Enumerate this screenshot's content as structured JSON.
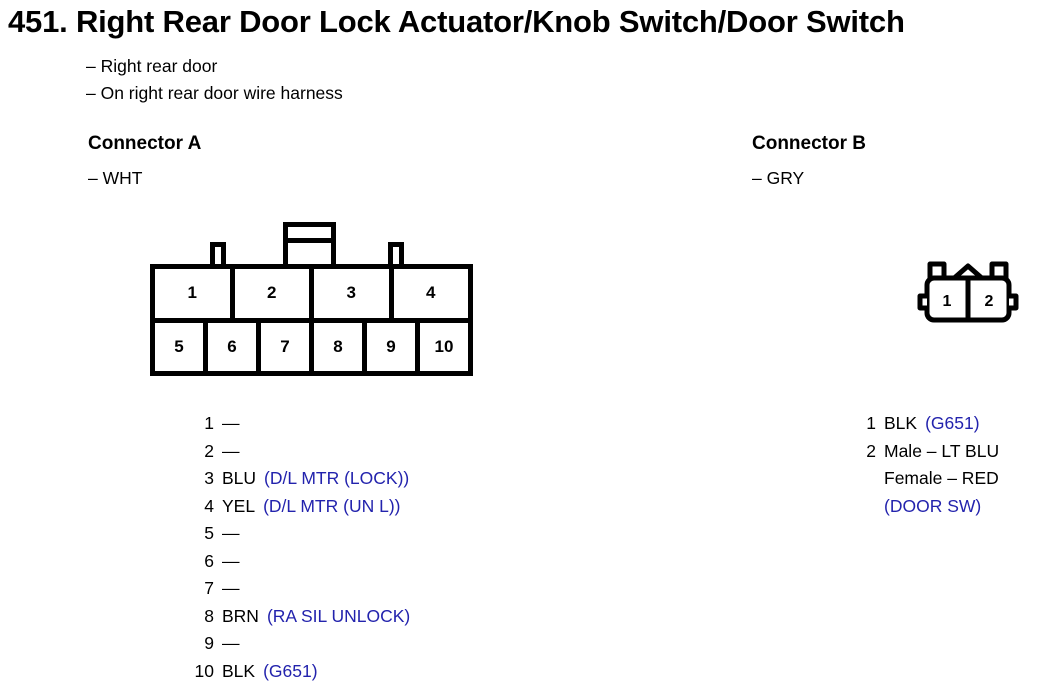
{
  "page": {
    "number": "451.",
    "title": "Right Rear Door Lock Actuator/Knob Switch/Door Switch",
    "title_full": "451. Right Rear Door Lock Actuator/Knob Switch/Door Switch",
    "notes": [
      "– Right rear door",
      "– On right rear door wire harness"
    ],
    "accent_color": "#2323ad",
    "ink_color": "#000000",
    "background_color": "#ffffff"
  },
  "connector_a": {
    "heading": "Connector A",
    "color_note": "– WHT",
    "diagram": {
      "type": "10-pin-rectangular",
      "top_row_pins": [
        "1",
        "2",
        "3",
        "4"
      ],
      "bottom_row_pins": [
        "5",
        "6",
        "7",
        "8",
        "9",
        "10"
      ],
      "top_features": [
        "tab-small-left",
        "latch-center",
        "tab-small-right"
      ]
    },
    "pins": [
      {
        "num": "1",
        "wire": "",
        "dash": "—",
        "circuit": ""
      },
      {
        "num": "2",
        "wire": "",
        "dash": "—",
        "circuit": ""
      },
      {
        "num": "3",
        "wire": "BLU",
        "dash": "",
        "circuit": "(D/L MTR (LOCK))"
      },
      {
        "num": "4",
        "wire": "YEL",
        "dash": "",
        "circuit": "(D/L MTR (UN L))"
      },
      {
        "num": "5",
        "wire": "",
        "dash": "—",
        "circuit": ""
      },
      {
        "num": "6",
        "wire": "",
        "dash": "—",
        "circuit": ""
      },
      {
        "num": "7",
        "wire": "",
        "dash": "—",
        "circuit": ""
      },
      {
        "num": "8",
        "wire": "BRN",
        "dash": "",
        "circuit": "(RA SIL UNLOCK)"
      },
      {
        "num": "9",
        "wire": "",
        "dash": "—",
        "circuit": ""
      },
      {
        "num": "10",
        "wire": "BLK",
        "dash": "",
        "circuit": "(G651)"
      }
    ]
  },
  "connector_b": {
    "heading": "Connector B",
    "color_note": "– GRY",
    "diagram": {
      "type": "2-pin-rounded",
      "pins": [
        "1",
        "2"
      ],
      "top_features": [
        "tab-left",
        "peak-center",
        "tab-right"
      ]
    },
    "pins": [
      {
        "num": "1",
        "lines": [
          {
            "wire": "BLK",
            "circuit": "(G651)"
          }
        ]
      },
      {
        "num": "2",
        "lines": [
          {
            "wire": "Male – LT BLU",
            "circuit": ""
          },
          {
            "wire": "Female – RED",
            "circuit": ""
          },
          {
            "wire": "",
            "circuit": "(DOOR SW)"
          }
        ]
      }
    ]
  }
}
